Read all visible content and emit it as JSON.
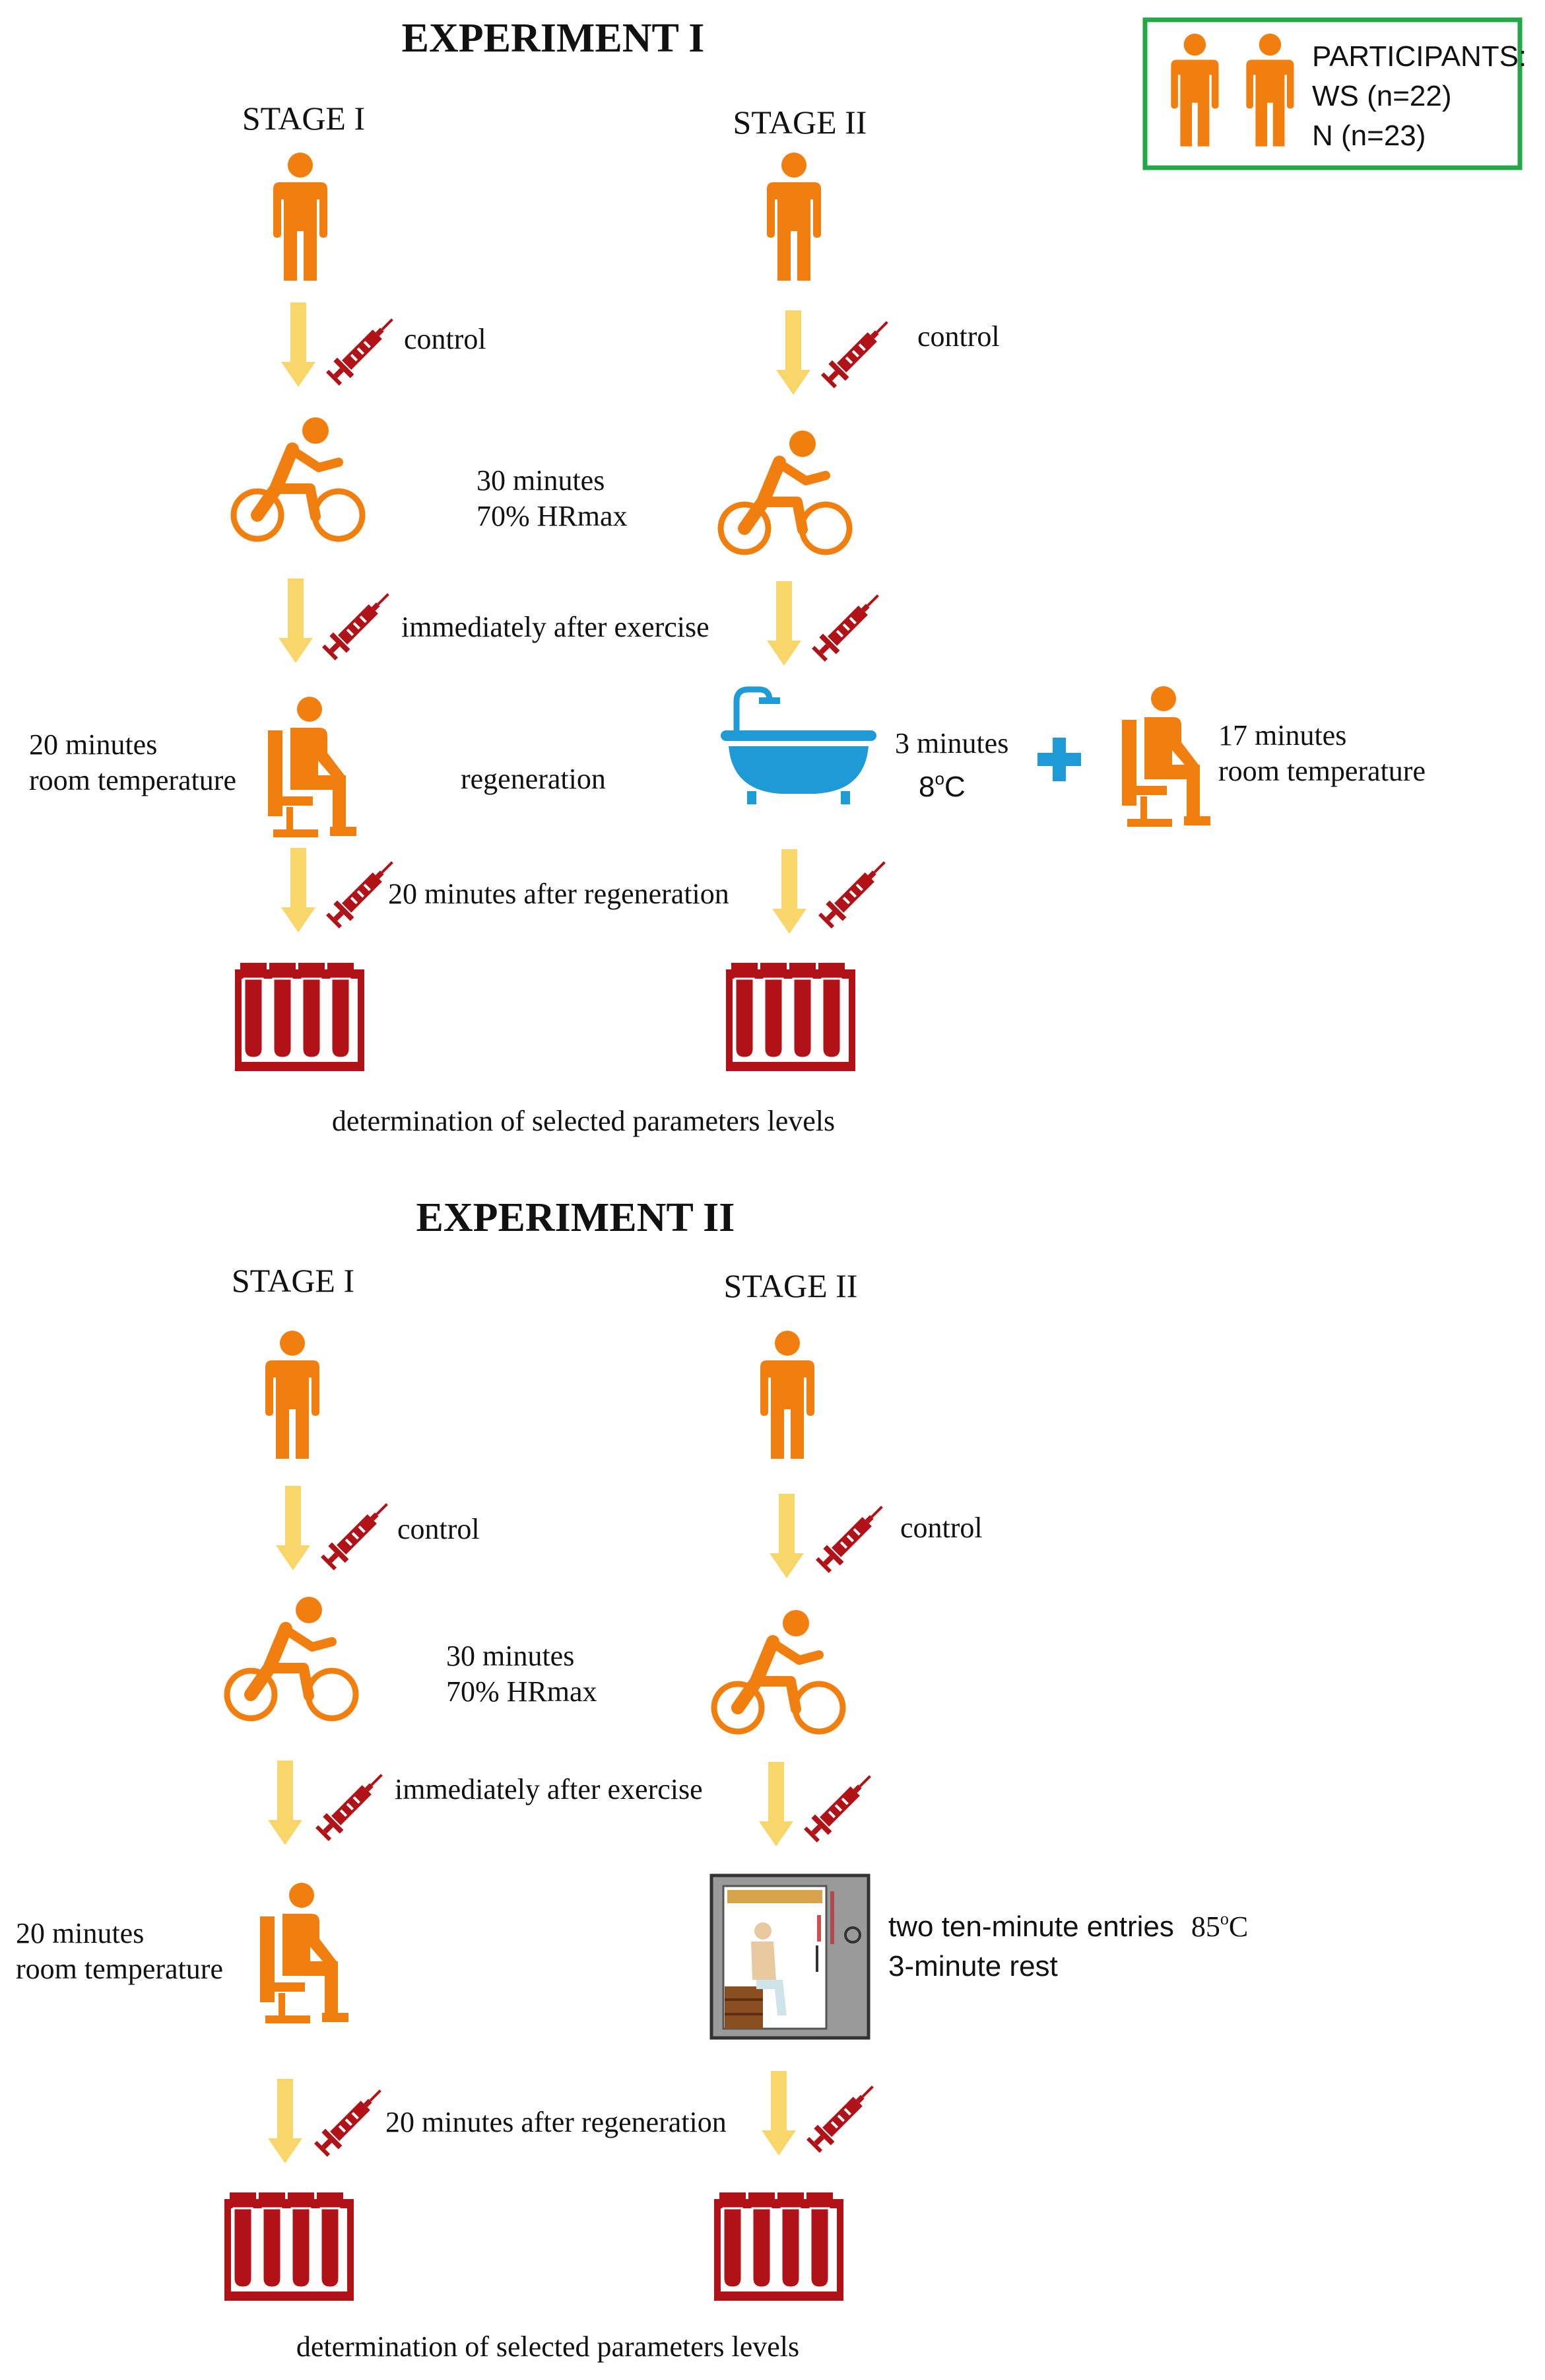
{
  "colors": {
    "person": "#F07F10",
    "arrow": "#F9D66A",
    "syringe": "#B01217",
    "tube": "#B01217",
    "bath": "#1E9BD7",
    "plus": "#1E9BD7",
    "legend_border": "#22A845"
  },
  "icons": {
    "person": "person-icon",
    "cyclist": "cyclist-icon",
    "seated": "seated-person-icon",
    "syringe": "syringe-icon",
    "tubes": "test-tube-rack-icon",
    "bath": "bathtub-icon",
    "sauna": "sauna-icon",
    "plus": "plus-icon"
  },
  "legend": {
    "title": "PARTICIPANTS:",
    "group1": "WS (n=22)",
    "group2": "N (n=23)"
  },
  "experiment1": {
    "title": "EXPERIMENT I",
    "stage1": "STAGE I",
    "stage2": "STAGE II",
    "control_left": "control",
    "control_right": "control",
    "exercise_line1": "30 minutes",
    "exercise_line2": "70% HRmax",
    "after_exercise": "immediately after exercise",
    "rest_left_line1": "20 minutes",
    "rest_left_line2": "room temperature",
    "regeneration": "regeneration",
    "cold_line1": "3 minutes",
    "cold_line2": "8",
    "cold_deg": "o",
    "cold_unit": "C",
    "rest_right_line1": "17 minutes",
    "rest_right_line2": "room temperature",
    "after_regeneration": "20 minutes after regeneration",
    "determination": "determination of selected parameters levels"
  },
  "experiment2": {
    "title": "EXPERIMENT II",
    "stage1": "STAGE I",
    "stage2": "STAGE II",
    "control_left": "control",
    "control_right": "control",
    "exercise_line1": "30 minutes",
    "exercise_line2": "70% HRmax",
    "after_exercise": "immediately after exercise",
    "rest_left_line1": "20 minutes",
    "rest_left_line2": "room temperature",
    "sauna_line1": "two ten-minute entries",
    "sauna_temp": "85",
    "sauna_deg": "o",
    "sauna_unit": "C",
    "sauna_line2": "3-minute rest",
    "after_regeneration": "20 minutes after regeneration",
    "determination": "determination of selected parameters levels"
  }
}
